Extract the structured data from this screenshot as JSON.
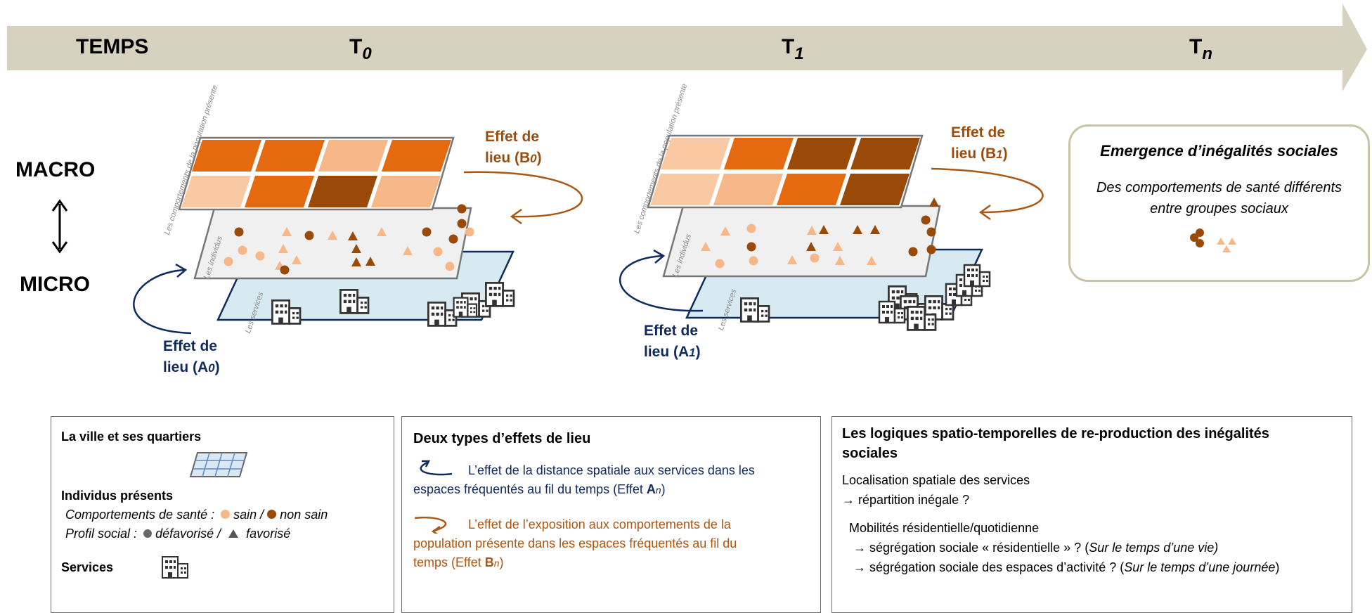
{
  "timeline": {
    "label": "TEMPS",
    "t0": "T",
    "t0_sub": "0",
    "t1": "T",
    "t1_sub": "1",
    "tn": "T",
    "tn_sub": "n"
  },
  "scales": {
    "macro": "MACRO",
    "micro": "MICRO"
  },
  "layers": {
    "behaviours": "Les comportements de la population présente",
    "individuals": "Les individus",
    "services": "Les services"
  },
  "effects": {
    "b0_line1": "Effet de",
    "b0_line2": "lieu (B",
    "b0_sub": "0",
    "b0_end": ")",
    "a0_line1": "Effet de",
    "a0_line2": "lieu (A",
    "a0_sub": "0",
    "a0_end": ")",
    "b1_line1": "Effet de",
    "b1_line2": "lieu (B",
    "b1_sub": "1",
    "b1_end": ")",
    "a1_line1": "Effet de",
    "a1_line2": "lieu (A",
    "a1_sub": "1",
    "a1_end": ")"
  },
  "emergence": {
    "title": "Emergence d’inégalités sociales",
    "text1": "Des comportements de santé différents",
    "text2": "entre groupes sociaux"
  },
  "legend": {
    "city_title": "La ville et ses quartiers",
    "indiv_title": "Individus présents",
    "health_label": "Comportements de santé :",
    "healthy": "sain",
    "unhealthy": "non sain",
    "social_label": "Profil social :",
    "disadv": "défavorisé",
    "adv": "favorisé",
    "services_title": "Services"
  },
  "effects_box": {
    "title": "Deux types d’effets de lieu",
    "a_text1": "L’effet de la distance spatiale aux services dans les",
    "a_text2": "espaces fréquentés au fil du temps (Effet ",
    "a_bold": "A",
    "a_sub": "n",
    "a_end": ")",
    "b_text1": "L’effet de l’exposition aux comportements de la",
    "b_text2": "population présente dans les espaces fréquentés au fil du",
    "b_text3": "temps (Effet ",
    "b_bold": "B",
    "b_sub": "n",
    "b_end": ")"
  },
  "logic_box": {
    "title1": "Les logiques spatio-temporelles de re-production des inégalités",
    "title2": "sociales",
    "loc1": "Localisation spatiale des services",
    "loc2": "→ répartition inégale ?",
    "mob": "Mobilités résidentielle/quotidienne",
    "seg1": "→ ségrégation sociale « résidentielle » ? (",
    "seg1_it": "Sur le temps d’une vie)",
    "seg2": "→ ségrégation sociale des espaces d’activité ? (",
    "seg2_it": "Sur le temps d’une journée",
    "seg2_end": ")"
  },
  "colors": {
    "banner": "#d6d2bf",
    "light": "#f8c9a3",
    "mid": "#f6b888",
    "orange": "#e4690f",
    "dark": "#9a4a08",
    "brownArrow": "#a85814",
    "blueArrow": "#0f2a5e",
    "serviceFill": "#d7eaf2",
    "indivFill": "#f0f0f0"
  }
}
